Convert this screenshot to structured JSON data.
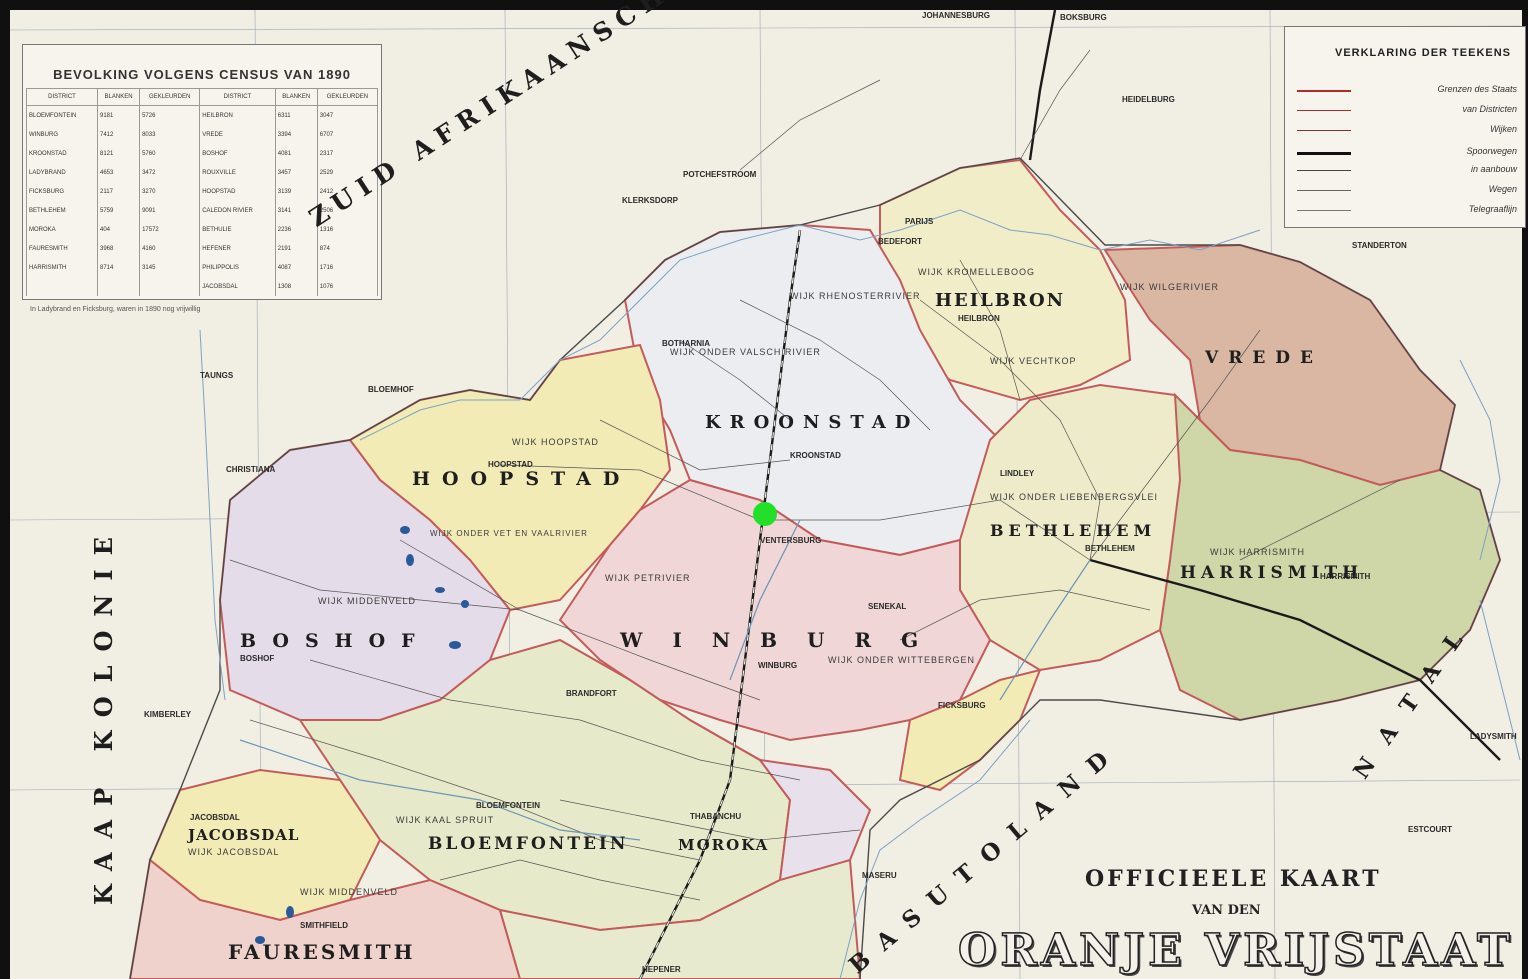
{
  "colors": {
    "paper": "#f1eee4",
    "vrede": "#d9b7a2",
    "harrismith": "#cfd7a8",
    "winburg": "#f0d6d6",
    "hoopstad": "#f2ebb6",
    "boshof": "#e4dce8",
    "bloemfontein": "#e6eaca",
    "kroonstad": "#ecedf0",
    "bethlehem": "#eeebca",
    "heilbron": "#f0edc8",
    "marker": "#22e02a"
  },
  "census": {
    "title": "BEVOLKING VOLGENS CENSUS VAN 1890",
    "headers": [
      "DISTRICT",
      "BLANKEN",
      "GEKLEURDEN",
      "DISTRICT",
      "BLANKEN",
      "GEKLEURDEN"
    ],
    "rows": [
      [
        "BLOEMFONTEIN",
        "9181",
        "5726",
        "HEILBRON",
        "6311",
        "3047"
      ],
      [
        "WINBURG",
        "7412",
        "8033",
        "VREDE",
        "3394",
        "6707"
      ],
      [
        "KROONSTAD",
        "8121",
        "5760",
        "BOSHOF",
        "4081",
        "2317"
      ],
      [
        "LADYBRAND",
        "4653",
        "3472",
        "ROUXVILLE",
        "3457",
        "2529"
      ],
      [
        "FICKSBURG",
        "2117",
        "3270",
        "HOOPSTAD",
        "3139",
        "2412"
      ],
      [
        "BETHLEHEM",
        "5759",
        "9091",
        "CALEDON RIVIER",
        "3141",
        "2506"
      ],
      [
        "MOROKA",
        "404",
        "17572",
        "BETHULIE",
        "2236",
        "1316"
      ],
      [
        "FAURESMITH",
        "3968",
        "4160",
        "HEFENER",
        "2191",
        "874"
      ],
      [
        "HARRISMITH",
        "8714",
        "3145",
        "PHILIPPOLIS",
        "4087",
        "1716"
      ],
      [
        "",
        "",
        "",
        "JACOBSDAL",
        "1308",
        "1076"
      ]
    ],
    "note": "In Ladybrand en Ficksburg, waren in 1890 nog vrijwillig"
  },
  "legend": {
    "title": "VERKLARING DER TEEKENS",
    "items": [
      {
        "label": "Grenzen des Staats",
        "color": "#b22a2a",
        "width": 2
      },
      {
        "label": "van Districten",
        "color": "#b22a2a",
        "width": 1.5
      },
      {
        "label": "Wijken",
        "color": "#8a3030",
        "width": 1
      },
      {
        "label": "Spoorwegen",
        "color": "#111111",
        "width": 3
      },
      {
        "label": "in aanbouw",
        "color": "#444444",
        "width": 1.5
      },
      {
        "label": "Wegen",
        "color": "#666666",
        "width": 0.8
      },
      {
        "label": "Telegraaflijn",
        "color": "#777777",
        "width": 0.8
      }
    ]
  },
  "title": {
    "line1": "OFFICIEELE KAART",
    "line2": "VAN DEN",
    "line3": "ORANJE VRIJSTAAT"
  },
  "regions": {
    "zar": "ZUID AFRIKAANSCHE REPUBLIEK",
    "kaap": "KAAP KOLONIE",
    "basuto": "BASUTOLAND",
    "natal": "NATAL"
  },
  "districts": [
    {
      "id": "kroonstad",
      "label": "KROONSTAD"
    },
    {
      "id": "heilbron",
      "label": "HEILBRON"
    },
    {
      "id": "hoopstad",
      "label": "HOOPSTAD"
    },
    {
      "id": "bethlehem",
      "label": "BETHLEHEM"
    },
    {
      "id": "harrismith",
      "label": "HARRISMITH"
    },
    {
      "id": "vrede",
      "label": "VREDE"
    },
    {
      "id": "winburg",
      "label": "WINBURG"
    },
    {
      "id": "boshof",
      "label": "BOSHOF"
    },
    {
      "id": "jacobsdal",
      "label": "JACOBSDAL"
    },
    {
      "id": "bloemfontein",
      "label": "BLOEMFONTEIN"
    },
    {
      "id": "moroka",
      "label": "MOROKA"
    },
    {
      "id": "fauresmith",
      "label": "FAURESMITH"
    }
  ],
  "wijken": [
    "WIJK RHENOSTERRIVIER",
    "WIJK ONDER VALSCH RIVIER",
    "WIJK ONDER VET EN VAALRIVIER",
    "WIJK MIDDENVELD",
    "WIJK VECHTKOP",
    "WIJK KROMELLEBOOG",
    "WIJK WILGERIVIER",
    "WIJK ONDER LIEBENBERGSVLEI",
    "WIJK HARRISMITH",
    "WIJK ONDER WITTEBERGEN",
    "WIJK PETRIVIER",
    "WIJK KAAL SPRUIT",
    "WIJK MIDDENVELD",
    "WIJK JACOBSDAL",
    "WIJK HOOPSTAD"
  ],
  "towns": [
    "JOHANNESBURG",
    "BOKSBURG",
    "HEIDELBURG",
    "POTCHEFSTROOM",
    "KLERKSDORP",
    "PARIJS",
    "BEDEFORT",
    "HEILBRON",
    "STANDERTON",
    "BOTHARNIA",
    "KROONSTAD",
    "LINDLEY",
    "BETHLEHEM",
    "HARRISMITH",
    "HOOPSTAD",
    "BLOEMHOF",
    "CHRISTIANA",
    "BOSHOF",
    "KIMBERLEY",
    "JACOBSDAL",
    "BLOEMFONTEIN",
    "THABANCHU",
    "LADYSMITH",
    "FICKSBURG",
    "WINBURG",
    "VENTERSBURG",
    "SENEKAL",
    "BRANDFORT",
    "ESTCOURT",
    "MASERU",
    "SMITHFIELD",
    "TAUNGS",
    "HEPENER"
  ]
}
